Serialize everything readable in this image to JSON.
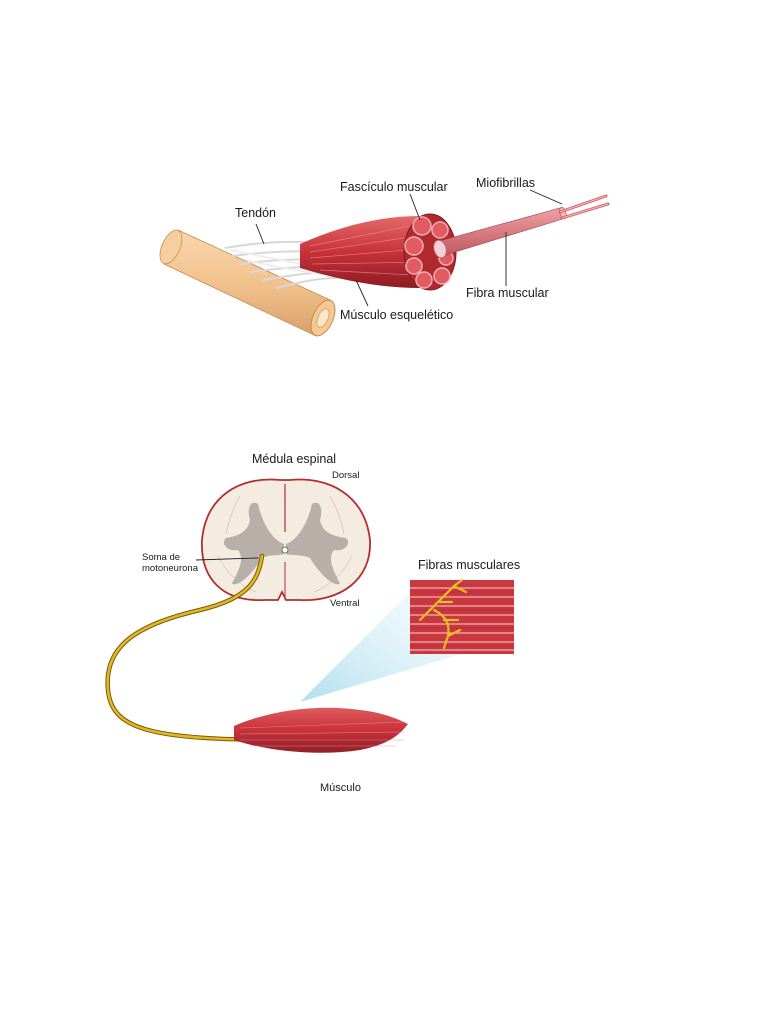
{
  "figures": {
    "muscle_structure": {
      "labels": {
        "tendon": "Tendón",
        "fascicle": "Fascículo muscular",
        "myofibrils": "Miofibrillas",
        "muscle_fiber": "Fibra muscular",
        "skeletal_muscle": "Músculo esquelético"
      }
    },
    "motor_unit": {
      "labels": {
        "spinal_cord": "Médula espinal",
        "dorsal": "Dorsal",
        "ventral": "Ventral",
        "soma": "Soma de\nmotoneurona",
        "muscle_fibers": "Fibras musculares",
        "muscle": "Músculo"
      }
    }
  },
  "colors": {
    "muscle_red": "#c8323a",
    "tendon_tan": "#f2c28e",
    "grey_matter": "#b8b0a8",
    "white_matter": "#f4ece0",
    "nerve_yellow": "#e0b820",
    "zoom_blue": "#bfe6f2"
  }
}
